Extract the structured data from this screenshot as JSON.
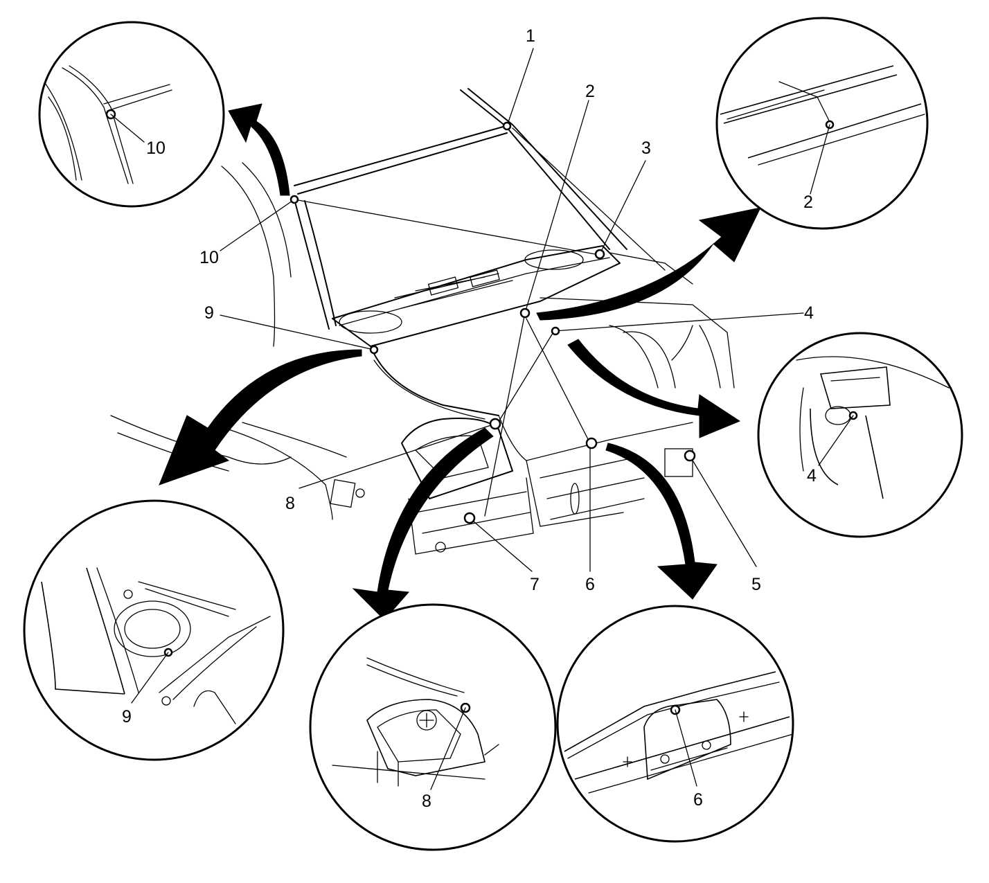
{
  "callouts": {
    "c1": "1",
    "c2": "2",
    "c3": "3",
    "c4": "4",
    "c5": "5",
    "c6": "6",
    "c7": "7",
    "c8": "8",
    "c9": "9",
    "c10": "10"
  },
  "details": {
    "d10": "10",
    "d2": "2",
    "d4": "4",
    "d9": "9",
    "d8": "8",
    "d6": "6"
  },
  "colors": {
    "ink": "#000000",
    "paper": "#ffffff"
  }
}
